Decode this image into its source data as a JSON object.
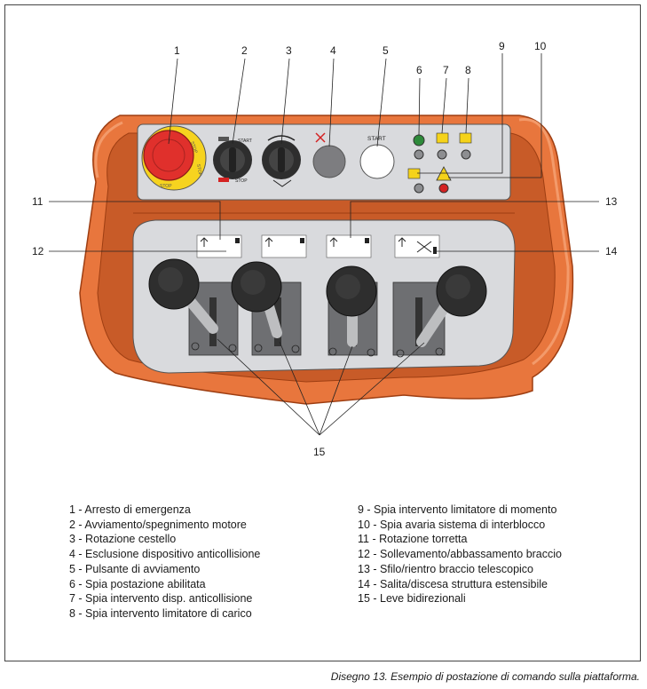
{
  "labels": {
    "n1": "1",
    "n2": "2",
    "n3": "3",
    "n4": "4",
    "n5": "5",
    "n6": "6",
    "n7": "7",
    "n8": "8",
    "n9": "9",
    "n10": "10",
    "n11": "11",
    "n12": "12",
    "n13": "13",
    "n14": "14",
    "n15": "15"
  },
  "panel_text": {
    "start_button": "START",
    "start_small": "START",
    "stop_small": "STOP",
    "stop_ring_1": "STOP",
    "stop_ring_2": "STOP",
    "stop_ring_3": "STOP"
  },
  "legend_left": [
    "1 - Arresto di emergenza",
    "2 - Avviamento/spegnimento motore",
    "3 - Rotazione cestello",
    "4 - Esclusione dispositivo anticollisione",
    "5 - Pulsante di avviamento",
    "6 - Spia postazione abilitata",
    "7 - Spia intervento disp. anticollisione",
    "8 - Spia intervento limitatore di carico"
  ],
  "legend_right": [
    "9 - Spia intervento limitatore di momento",
    "10 - Spia avaria sistema di interblocco",
    "11 - Rotazione torretta",
    "12 - Sollevamento/abbassamento braccio",
    "13 - Sfilo/rientro braccio telescopico",
    "14 - Salita/discesa struttura estensibile",
    "15 - Leve bidirezionali"
  ],
  "caption": "Disegno 13. Esempio di postazione di comando sulla piattaforma.",
  "colors": {
    "frame_orange": "#e8763d",
    "frame_dark": "#b34a17",
    "panel_grey": "#d9dadd",
    "estop_red": "#e0302c",
    "estop_yellow": "#f6d31f",
    "knob_dark": "#2e2e2e",
    "lamp_green": "#2d8a3a",
    "lamp_red": "#d42222",
    "warning_yellow": "#f5d31a"
  }
}
